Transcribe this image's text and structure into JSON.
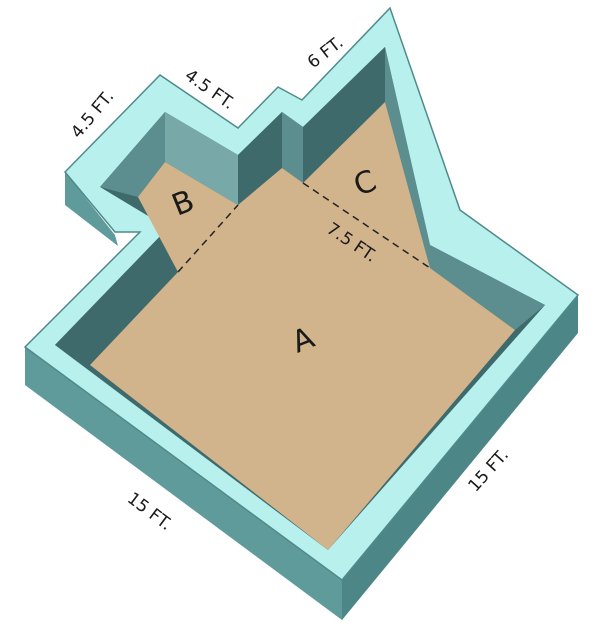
{
  "colors": {
    "floor": "#d2b48c",
    "wall_top": "#b8f0ee",
    "wall_outer": "#5f9b9b",
    "wall_inner_dark": "#3e6a6c",
    "wall_inner_mid": "#5c8e8f",
    "wall_inner_light": "#78a8a8",
    "outline": "#4f8b8b"
  },
  "labels": {
    "region_a": "A",
    "region_b": "B",
    "region_c": "C",
    "dim_b_side": "4.5 FT.",
    "dim_b_top": "4.5 FT.",
    "dim_c_side": "6 FT.",
    "dim_divider": "7.5 FT.",
    "dim_bottom_left": "15 FT.",
    "dim_bottom_right": "15 FT."
  }
}
